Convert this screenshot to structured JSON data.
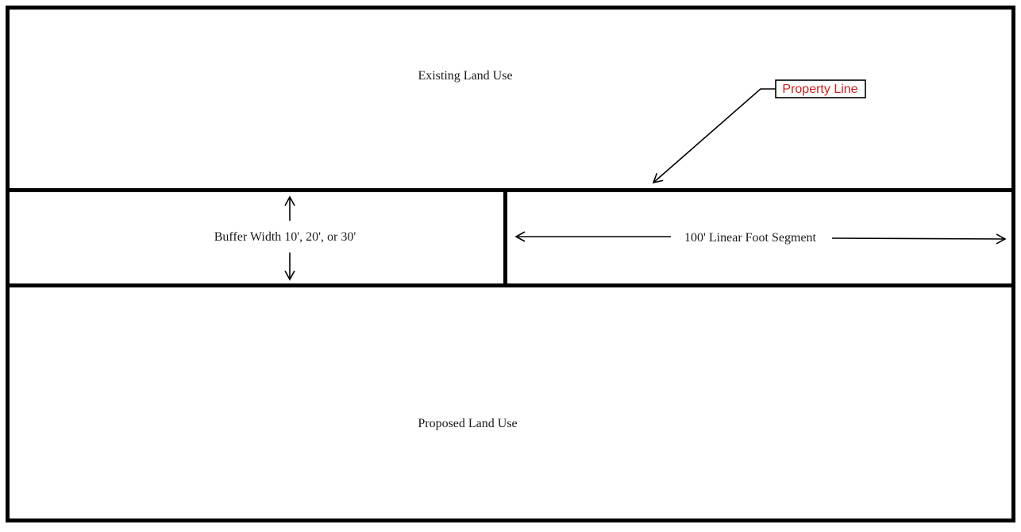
{
  "diagram": {
    "title": "Buffer Yard Diagram",
    "regions": {
      "existing_land_use": "Existing Land Use",
      "proposed_land_use": "Proposed Land Use"
    },
    "buffer": {
      "label": "Buffer Width 10', 20', or 30'"
    },
    "segment": {
      "label": "100' Linear Foot Segment"
    },
    "callout": {
      "label": "Property Line",
      "color": "#cc1f1f"
    },
    "line_color": "#000000"
  }
}
